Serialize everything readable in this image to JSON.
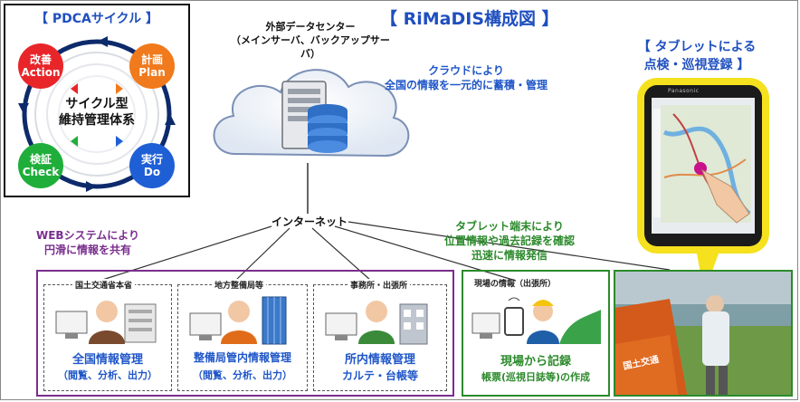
{
  "pdca": {
    "title": "【 PDCAサイクル 】",
    "center_line1": "サイクル型",
    "center_line2": "維持管理体系",
    "act": {
      "jp": "改善",
      "en": "Action",
      "color": "#e8262a"
    },
    "plan": {
      "jp": "計画",
      "en": "Plan",
      "color": "#f07a1c"
    },
    "check": {
      "jp": "検証",
      "en": "Check",
      "color": "#1fae3a"
    },
    "do": {
      "jp": "実行",
      "en": "Do",
      "color": "#1f5fd6"
    }
  },
  "main_title": "【 RiMaDIS構成図 】",
  "datacenter": {
    "title": "外部データセンター",
    "subtitle": "（メインサーバ、バックアップサーバ）"
  },
  "cloud_note": {
    "line1": "クラウドにより",
    "line2": "全国の情報を一元的に蓄積・管理"
  },
  "internet_label": "インターネット",
  "web_note": {
    "line1": "WEBシステムにより",
    "line2": "円滑に情報を共有"
  },
  "tablet_note": {
    "line1": "タブレット端末により",
    "line2": "位置情報や過去記録を確認",
    "line3": "迅速に情報発信"
  },
  "tablet_title": {
    "line1": "【 タブレットによる",
    "line2": "点検・巡視登録 】"
  },
  "tablet_brand": "Panasonic",
  "offices": [
    {
      "label": "国土交通省本省",
      "title": "全国情報管理",
      "sub": "（閲覧、分析、出力）"
    },
    {
      "label": "地方整備局等",
      "title": "整備局管内情報管理",
      "sub": "（閲覧、分析、出力）"
    },
    {
      "label": "事務所・出張所",
      "title": "所内情報管理",
      "sub": "カルテ・台帳等"
    }
  ],
  "field": {
    "label": "現場の情報（出張所）",
    "title": "現場から記録",
    "sub": "帳票(巡視日誌等)の作成"
  },
  "photo_vehicle_text": "国土交通"
}
